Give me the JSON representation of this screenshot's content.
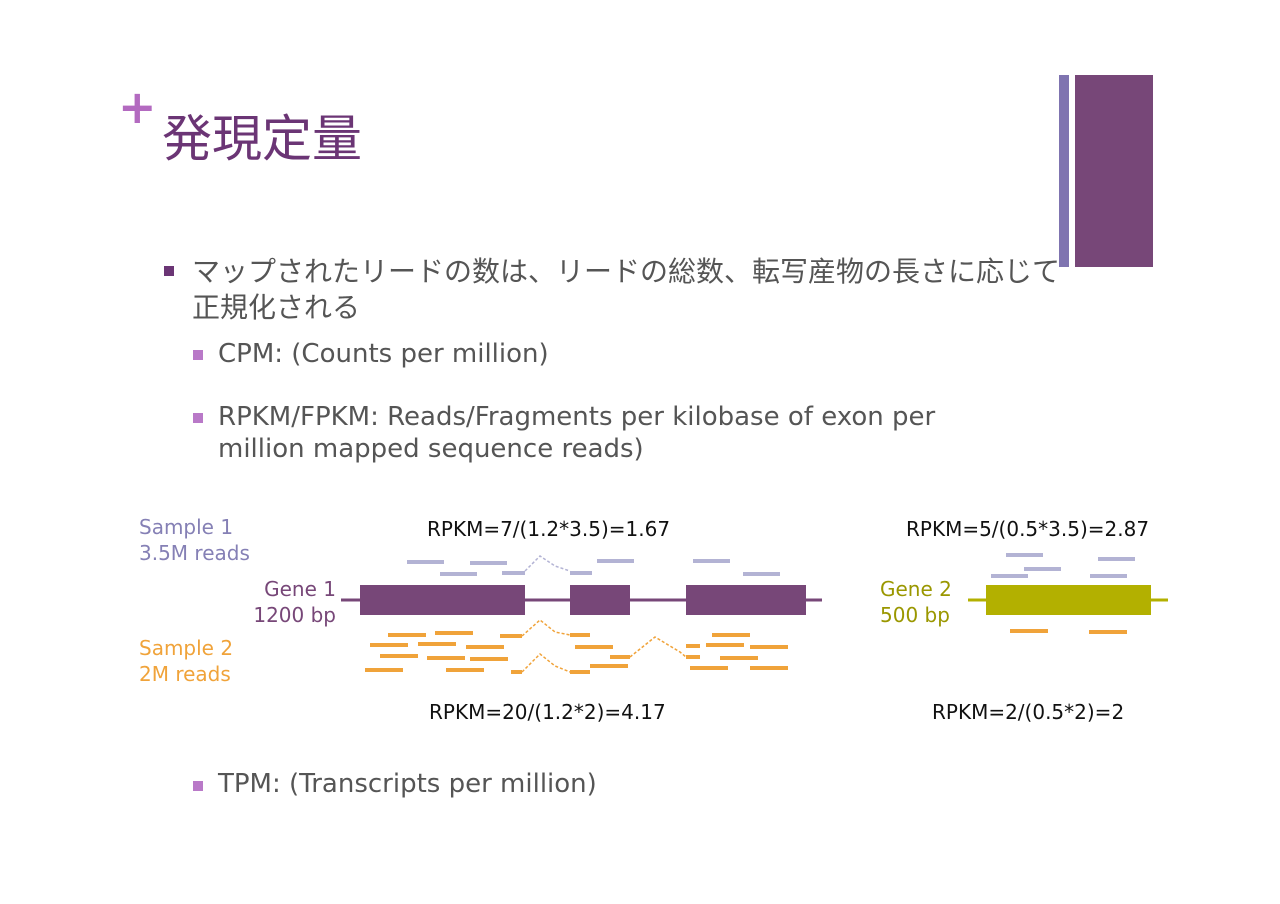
{
  "slide": {
    "plus": "+",
    "title": "発現定量",
    "main_bullet": "マップされたリードの数は、リードの総数、転写産物の長さに応じて正規化される",
    "sub_bullets": [
      "CPM: (Counts per million)",
      "RPKM/FPKM: Reads/Fragments per kilobase of exon per\nmillion mapped sequence reads)",
      "TPM: (Transcripts per million)"
    ]
  },
  "diagram": {
    "sample1": {
      "label": "Sample 1\n3.5M reads",
      "color": "#8580b5"
    },
    "sample2": {
      "label": "Sample 2\n2M reads",
      "color": "#f0a33a"
    },
    "gene1": {
      "label": "Gene 1\n1200 bp",
      "color": "#774778"
    },
    "gene2": {
      "label": "Gene 2\n500 bp",
      "color": "#b3b000"
    },
    "formulas": {
      "gene1_sample1": "RPKM=7/(1.2*3.5)=1.67",
      "gene2_sample1": "RPKM=5/(0.5*3.5)=2.87",
      "gene1_sample2": "RPKM=20/(1.2*2)=4.17",
      "gene2_sample2": "RPKM=2/(0.5*2)=2"
    }
  }
}
